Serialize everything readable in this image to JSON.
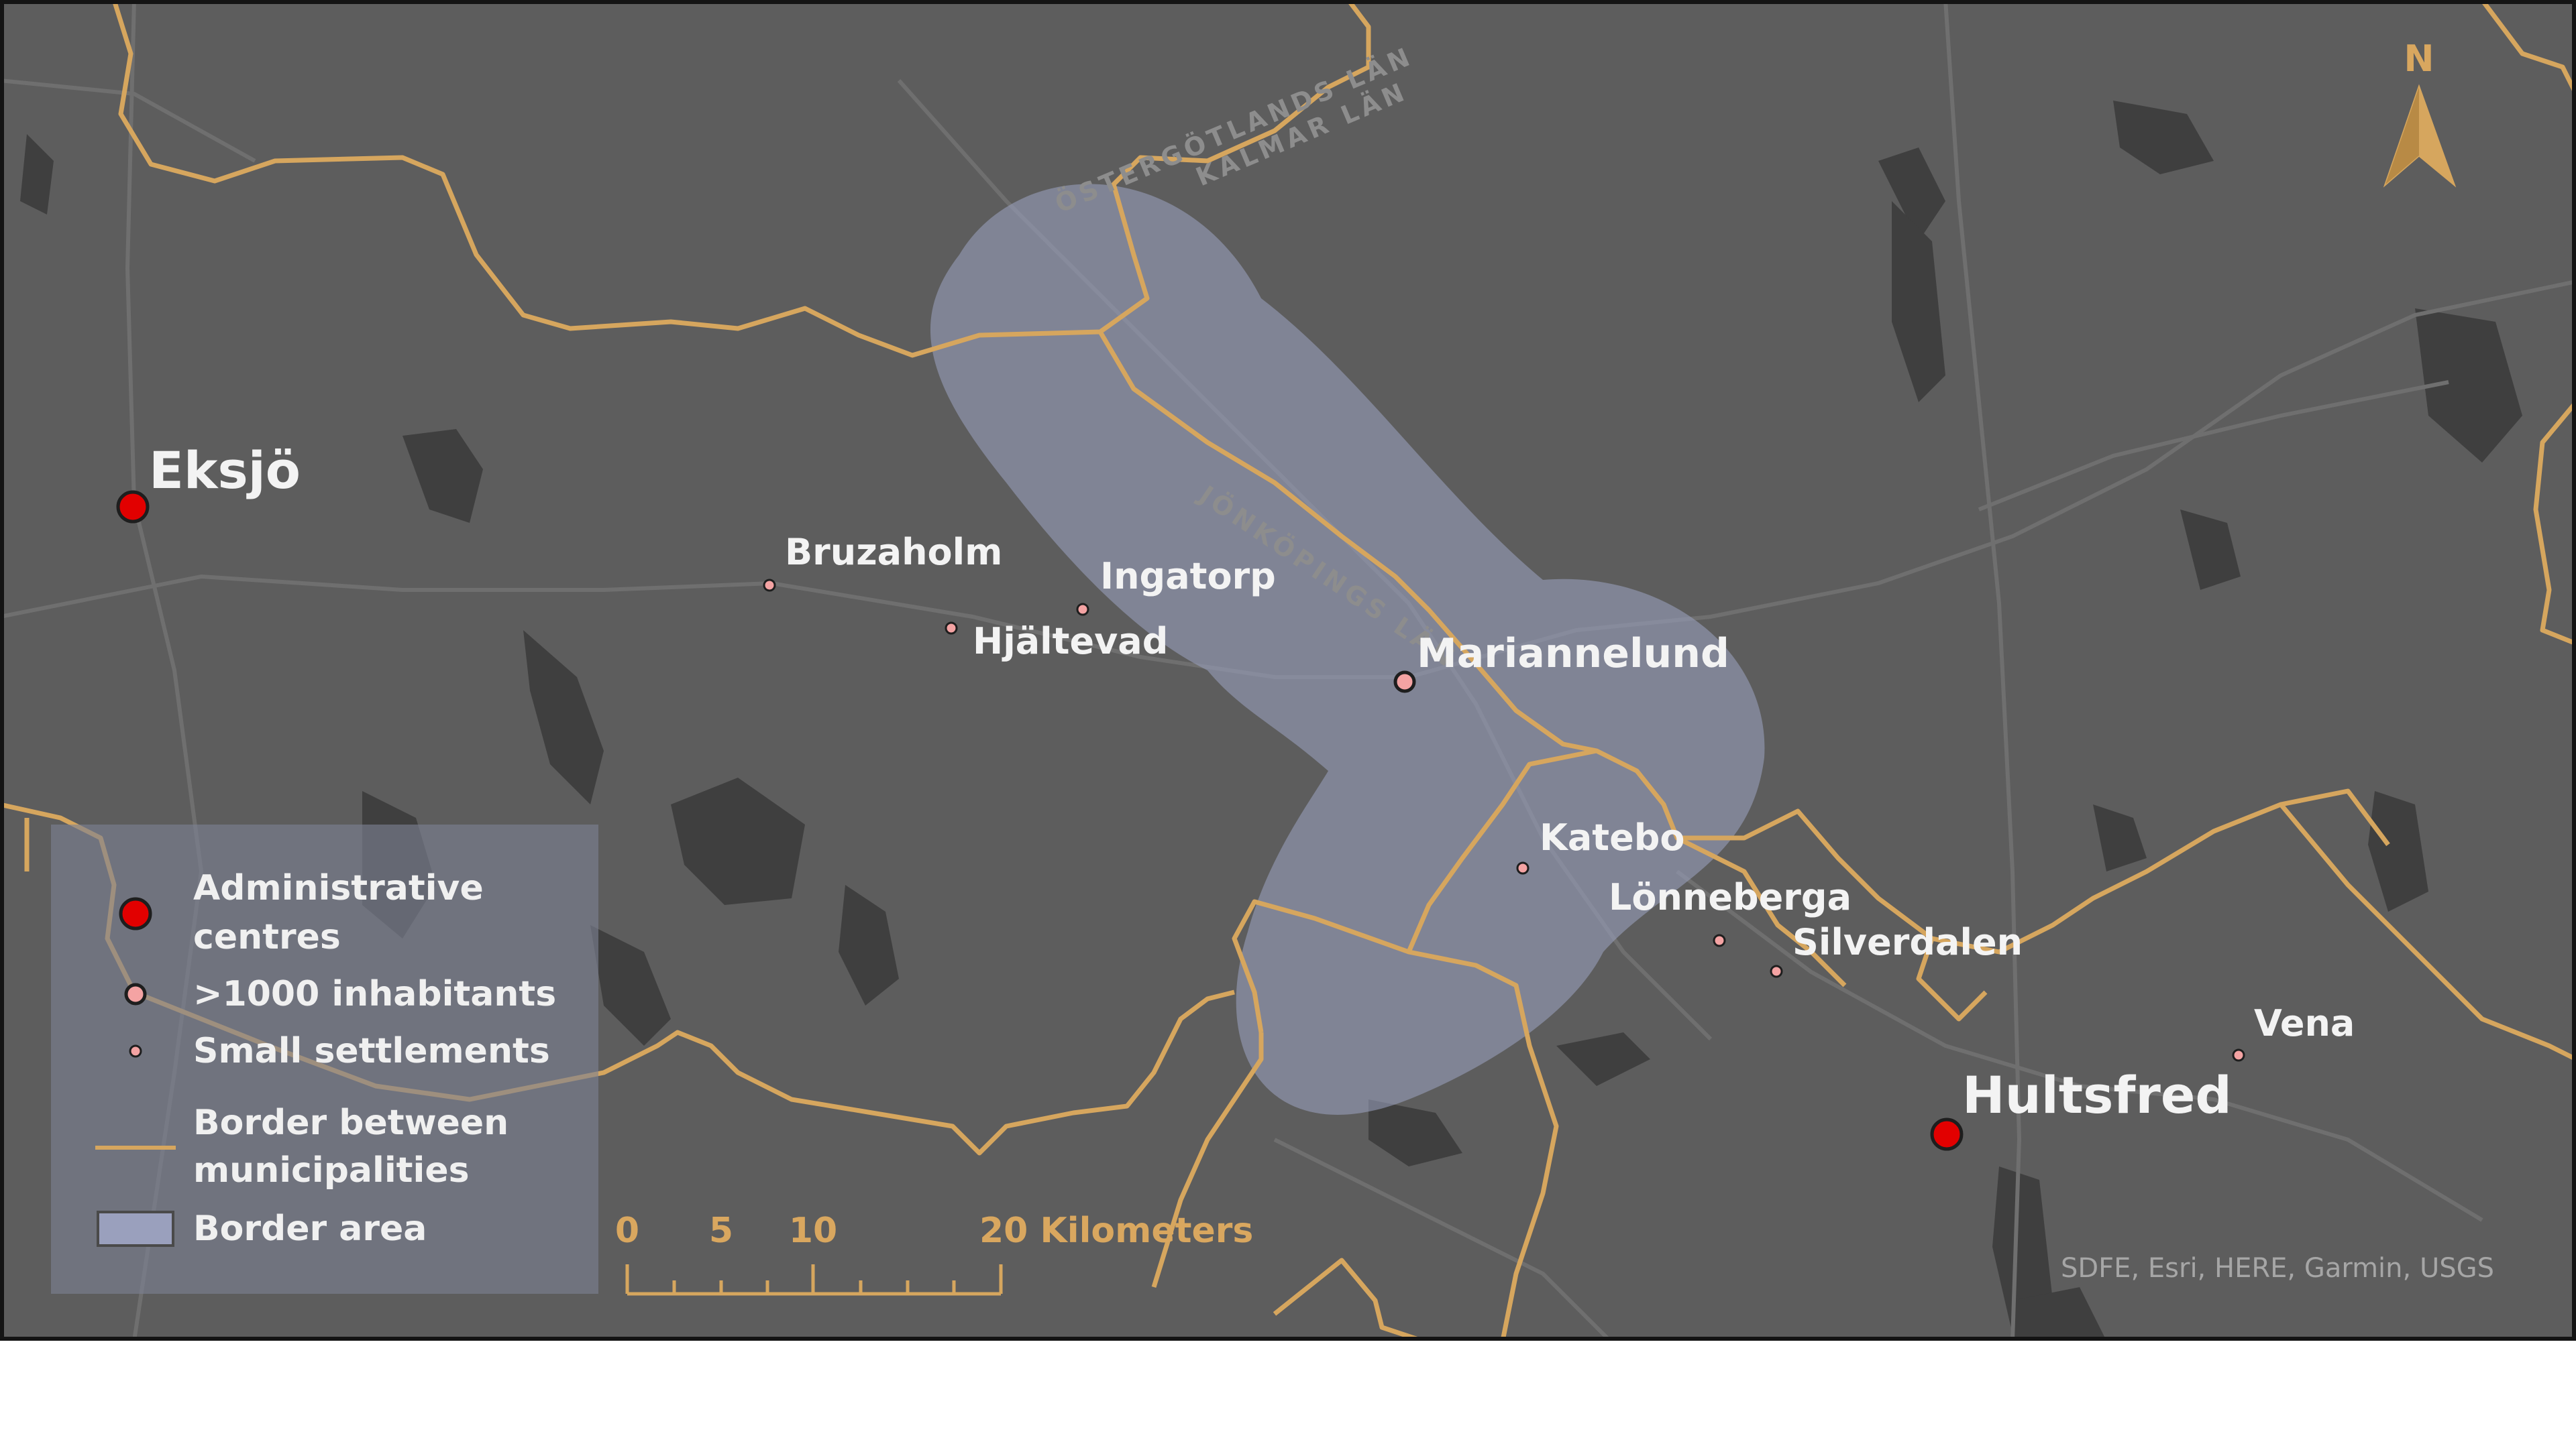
{
  "colors": {
    "background": "#5d5d5d",
    "water": "#3f3f3f",
    "road": "#6f6f6f",
    "municipal_border": "#d6a65e",
    "border_area": "#9aa0bd",
    "admin_centre": "#e20000",
    "settlement_fill": "#f4a3a3",
    "legend_box": "#7d8193"
  },
  "region_labels": [
    "ÖSTERGÖTLANDS LÄN",
    "KALMAR LÄN",
    "JÖNKÖPINGS LÄN"
  ],
  "places": {
    "admin_centres": [
      "Eksjö",
      "Hultsfred"
    ],
    "large": [
      "Mariannelund"
    ],
    "small": [
      "Bruzaholm",
      "Ingatorp",
      "Hjältevad",
      "Katebo",
      "Lönneberga",
      "Silverdalen",
      "Vena"
    ]
  },
  "north_arrow": {
    "label": "N",
    "icon": "north-arrow-icon"
  },
  "legend": {
    "items": [
      {
        "line1": "Administrative",
        "line2": "centres"
      },
      {
        "line1": ">1000 inhabitants",
        "line2": ""
      },
      {
        "line1": "Small settlements",
        "line2": ""
      },
      {
        "line1": "Border between",
        "line2": "municipalities"
      },
      {
        "line1": "Border area",
        "line2": ""
      }
    ]
  },
  "scale_bar": {
    "ticks": [
      "0",
      "5",
      "10",
      "20 Kilometers"
    ]
  },
  "credits": "SDFE, Esri, HERE, Garmin, USGS"
}
